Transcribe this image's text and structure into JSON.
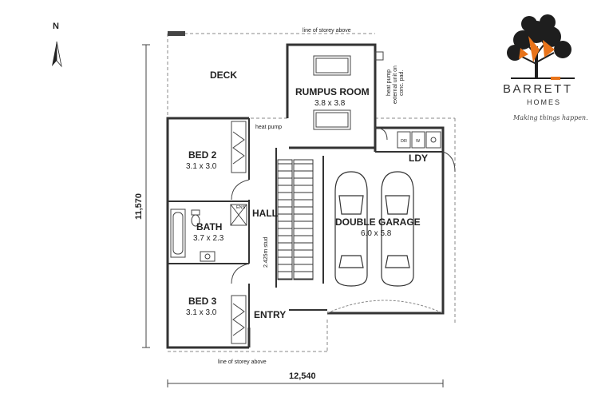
{
  "compass": {
    "label": "N"
  },
  "rooms": {
    "deck": {
      "name": "DECK"
    },
    "rumpus": {
      "name": "RUMPUS ROOM",
      "size": "3.8 x 3.8"
    },
    "bed2": {
      "name": "BED 2",
      "size": "3.1 x 3.0"
    },
    "bath": {
      "name": "BATH",
      "size": "3.7 x 2.3"
    },
    "bed3": {
      "name": "BED 3",
      "size": "3.1 x 3.0"
    },
    "hall": {
      "name": "HALL"
    },
    "entry": {
      "name": "ENTRY"
    },
    "ldy": {
      "name": "LDY"
    },
    "garage": {
      "name": "DOUBLE GARAGE",
      "size": "6.0 x 5.8"
    }
  },
  "notes": {
    "storey_top": "line of storey above",
    "storey_bottom": "line of storey above",
    "heat_pump": "heat pump",
    "heat_pump_ext_1": "heat pump",
    "heat_pump_ext_2": "external unit on",
    "heat_pump_ext_3": "conc. pad.",
    "stud": "2.425m stud",
    "dr": "DR",
    "w": "W",
    "ens": "ENS"
  },
  "dimensions": {
    "overall_height": "11,570",
    "overall_width": "12,540"
  },
  "brand": {
    "name": "BARRETT",
    "sub": "HOMES",
    "tagline": "Making things happen.",
    "accent": "#e8731a",
    "tree_color": "#1e1e1e"
  }
}
